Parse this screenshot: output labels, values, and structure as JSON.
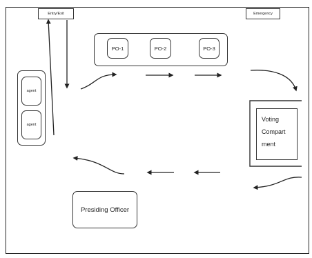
{
  "labels": {
    "entry_exit": "Entry/Exit",
    "emergency": "Emergency",
    "po1": "PO-1",
    "po2": "PO-2",
    "po3": "PO-3",
    "agent_1": "agent",
    "agent_2": "agent",
    "voting_line1": "Voting",
    "voting_line2": "Compart",
    "voting_line3": "ment",
    "presiding_officer": "Presiding Officer"
  }
}
